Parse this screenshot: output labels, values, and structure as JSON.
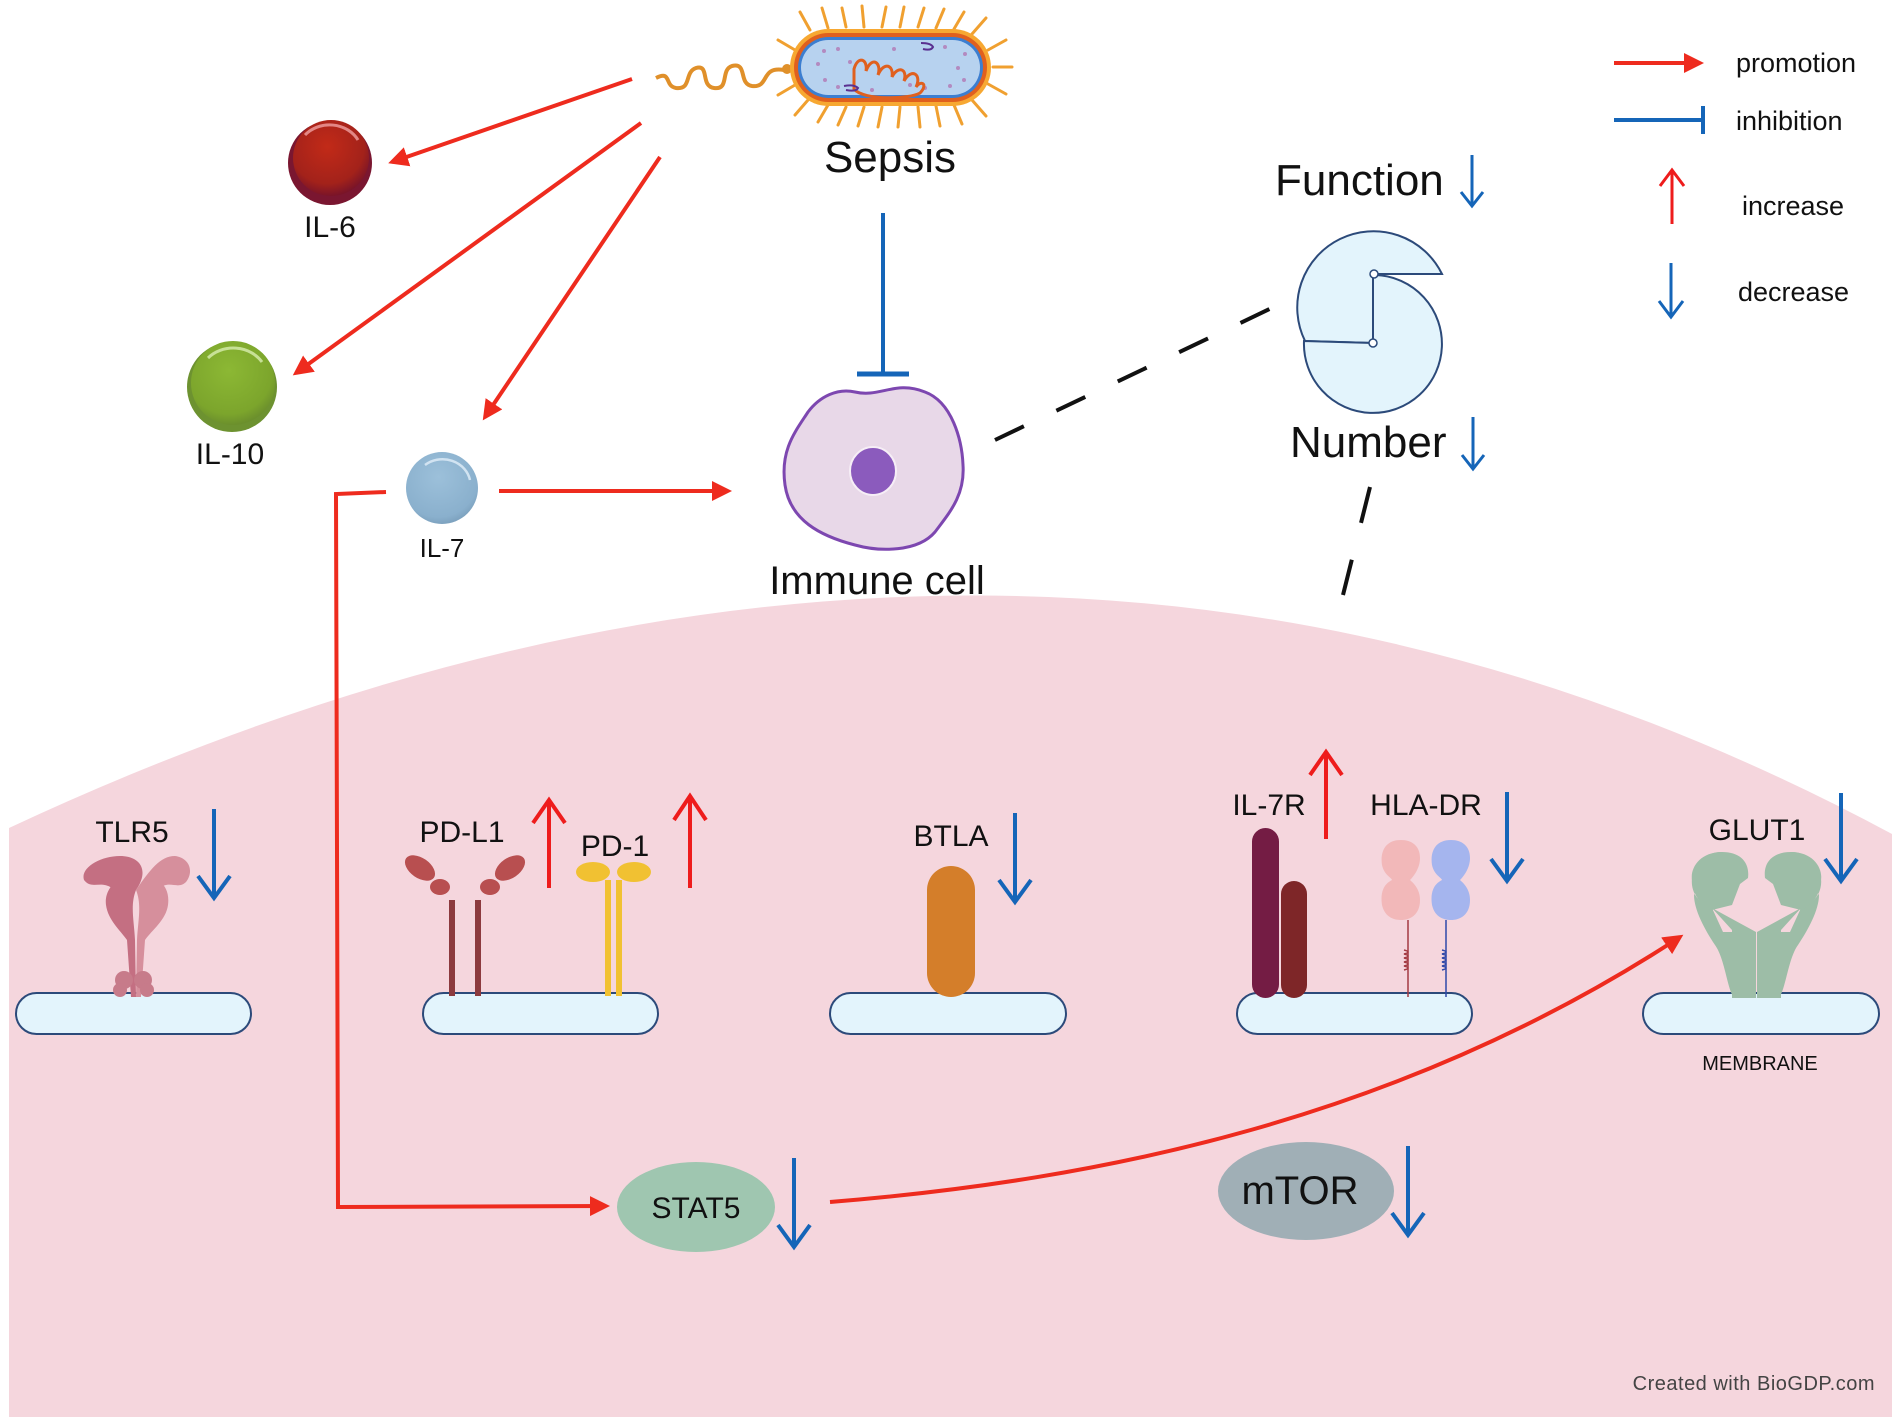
{
  "title": "Sepsis-induced immune cell dysfunction pathway",
  "colors": {
    "promotion": "#ee2b1e",
    "inhibition": "#1565b8",
    "increase": "#ee1c1c",
    "decrease": "#1565b8",
    "cytoplasm": "#f5d6dd",
    "membrane_fill": "#e3f4fc",
    "membrane_stroke": "#2c4a7a",
    "il6": "#a8231a",
    "il10": "#7fa82c",
    "il7": "#8db3cf",
    "immune_cell_fill": "#e8d8e8",
    "immune_cell_stroke": "#7d47b0",
    "nucleus": "#8b5bbd",
    "stat5": "#9fc6b0",
    "mtor": "#a0afb6",
    "btla": "#d47e2a",
    "glut1": "#9dbda7",
    "pd1": "#f1c132",
    "pdl1": "#b44e4e",
    "tlr5": "#c77b8a",
    "il7r_a": "#741c44",
    "il7r_b": "#7e2628",
    "hla_dr_a": "#f1b6b6",
    "hla_dr_b": "#a0b3ee"
  },
  "legend": {
    "items": [
      {
        "icon": "promotion-arrow-icon",
        "label": "promotion"
      },
      {
        "icon": "inhibition-bar-icon",
        "label": "inhibition"
      },
      {
        "icon": "increase-arrow-icon",
        "label": "increase"
      },
      {
        "icon": "decrease-arrow-icon",
        "label": "decrease"
      }
    ]
  },
  "nodes": {
    "sepsis": {
      "label": "Sepsis",
      "icon": "bacterium-icon"
    },
    "il6": {
      "label": "IL-6"
    },
    "il10": {
      "label": "IL-10"
    },
    "il7": {
      "label": "IL-7"
    },
    "immune_cell": {
      "label": "Immune cell"
    },
    "function": {
      "label": "Function",
      "change": "decrease"
    },
    "number": {
      "label": "Number",
      "change": "decrease"
    },
    "stat5": {
      "label": "STAT5",
      "change": "decrease"
    },
    "mtor": {
      "label": "mTOR",
      "change": "decrease"
    }
  },
  "receptors": [
    {
      "id": "tlr5",
      "label": "TLR5",
      "change": "decrease"
    },
    {
      "id": "pdl1",
      "label": "PD-L1",
      "change": "increase"
    },
    {
      "id": "pd1",
      "label": "PD-1",
      "change": "increase"
    },
    {
      "id": "btla",
      "label": "BTLA",
      "change": "decrease"
    },
    {
      "id": "il7r",
      "label": "IL-7R",
      "change": "increase"
    },
    {
      "id": "hladr",
      "label": "HLA-DR",
      "change": "decrease"
    },
    {
      "id": "glut1",
      "label": "GLUT1",
      "change": "decrease"
    }
  ],
  "membrane_label": "MEMBRANE",
  "edges": [
    {
      "from": "Sepsis",
      "to": "IL-6",
      "type": "promotion"
    },
    {
      "from": "Sepsis",
      "to": "IL-10",
      "type": "promotion"
    },
    {
      "from": "Sepsis",
      "to": "IL-7",
      "type": "promotion"
    },
    {
      "from": "Sepsis",
      "to": "Immune cell",
      "type": "inhibition"
    },
    {
      "from": "IL-7",
      "to": "Immune cell",
      "type": "promotion"
    },
    {
      "from": "IL-7",
      "to": "STAT5",
      "type": "promotion"
    },
    {
      "from": "STAT5",
      "to": "GLUT1",
      "type": "promotion"
    }
  ],
  "watermark": "Created with BioGDP.com"
}
